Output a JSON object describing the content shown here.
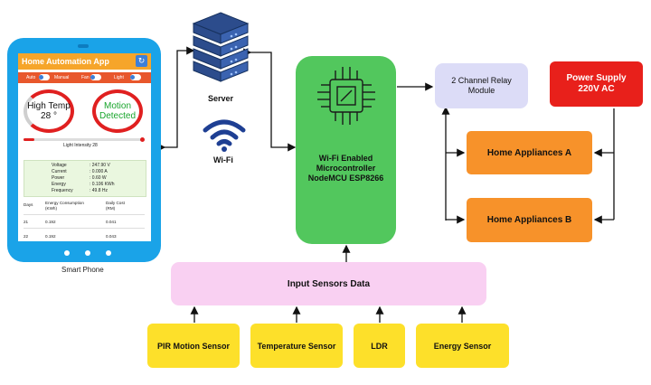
{
  "phone": {
    "label": "Smart Phone",
    "app_title": "Home Automation App",
    "controls": [
      "Auto",
      "Manual",
      "Fan",
      "Light"
    ],
    "temp_gauge": "High Temp\n28 °",
    "motion_gauge": "Motion\nDetected",
    "light_label": "Light Intensity 28",
    "stats": [
      {
        "k": "Voltage",
        "v": ": 247.90 V"
      },
      {
        "k": "Current",
        "v": ": 0.000 A"
      },
      {
        "k": "Power",
        "v": ": 0.60 W"
      },
      {
        "k": "Energy",
        "v": ": 0.106 KWh"
      },
      {
        "k": "Frequency",
        "v": ": 49.8 Hz"
      }
    ],
    "table": {
      "headers": [
        "Days",
        "Energy Consumption\n(KWh)",
        "Daily Cost\n(RM)"
      ],
      "rows": [
        [
          "21",
          "0.192",
          "0.041"
        ],
        [
          "22",
          "0.192",
          "0.043"
        ]
      ]
    }
  },
  "server": {
    "label": "Server"
  },
  "wifi": {
    "label": "Wi-Fi"
  },
  "mcu": {
    "label": "Wi-Fi Enabled\nMicrocontroller\nNodeMCU ESP8266"
  },
  "relay": {
    "label": "2 Channel Relay\nModule"
  },
  "power": {
    "label": "Power Supply\n220V AC"
  },
  "appliance_a": {
    "label": "Home Appliances A"
  },
  "appliance_b": {
    "label": "Home Appliances B"
  },
  "sensors_data": {
    "label": "Input Sensors Data"
  },
  "sensors": [
    {
      "label": "PIR Motion Sensor"
    },
    {
      "label": "Temperature Sensor"
    },
    {
      "label": "LDR"
    },
    {
      "label": "Energy Sensor"
    }
  ],
  "colors": {
    "mcu": "#52c75d",
    "relay": "#dcdcf7",
    "power": "#e8201b",
    "appliance": "#f7922a",
    "sensors_data": "#f9d0f2",
    "sensor": "#fde02a",
    "phone": "#1aa3e8",
    "server": "#2c4c8c",
    "wifi": "#1e3f93"
  }
}
